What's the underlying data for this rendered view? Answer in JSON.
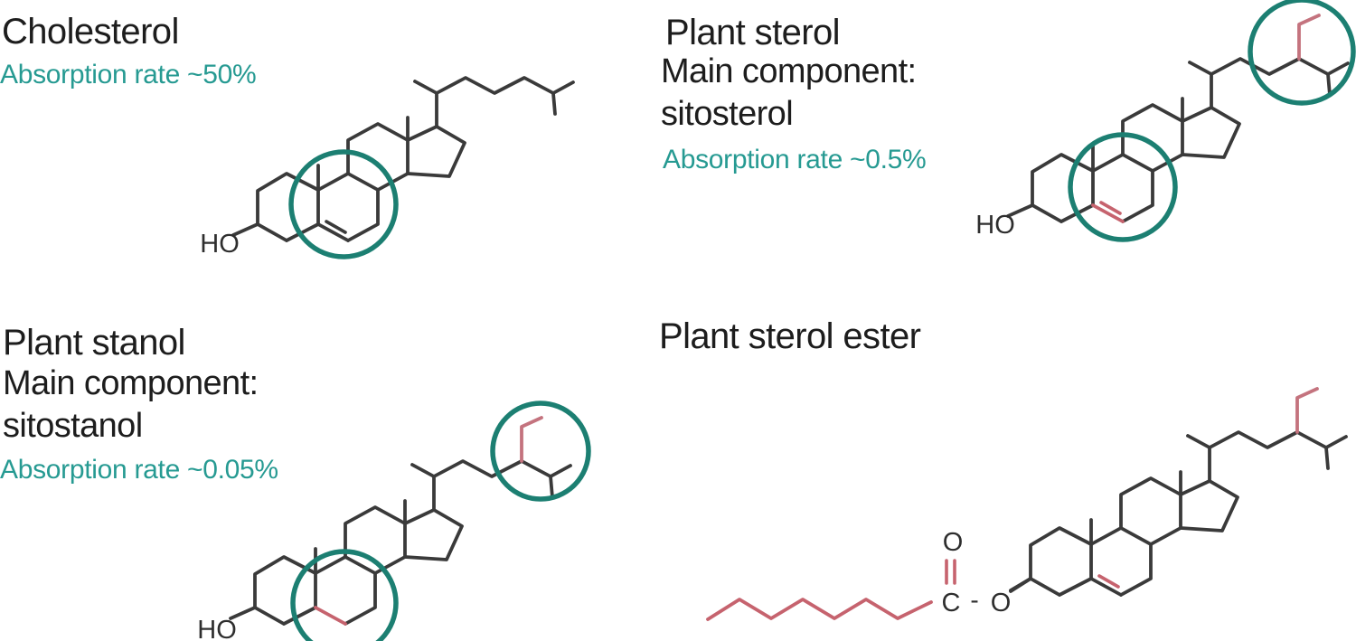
{
  "colors": {
    "text": "#1d1d1d",
    "teal_text": "#269a92",
    "highlight_circle": "#1c7f72",
    "bond_line": "#3a3a3a",
    "red_bond": "#c6636e",
    "red_ethyl": "#c4737e"
  },
  "panels": {
    "cholesterol": {
      "title": "Cholesterol",
      "absorption_rate": "Absorption rate ~50%",
      "hydroxyl_label": "HO"
    },
    "plant_sterol": {
      "title": "Plant sterol",
      "main_component_label": "Main component:",
      "main_component_name": "sitosterol",
      "absorption_rate": "Absorption rate ~0.5%",
      "hydroxyl_label": "HO"
    },
    "plant_stanol": {
      "title": "Plant stanol",
      "main_component_label": "Main component:",
      "main_component_name": "sitostanol",
      "absorption_rate": "Absorption rate ~0.05%",
      "hydroxyl_label": "HO"
    },
    "plant_sterol_ester": {
      "title": "Plant sterol ester",
      "carbonyl_oxygen_label": "O",
      "carbonyl_carbon_label": "C",
      "ester_bond_label": "-",
      "ester_oxygen_label": "O"
    }
  }
}
